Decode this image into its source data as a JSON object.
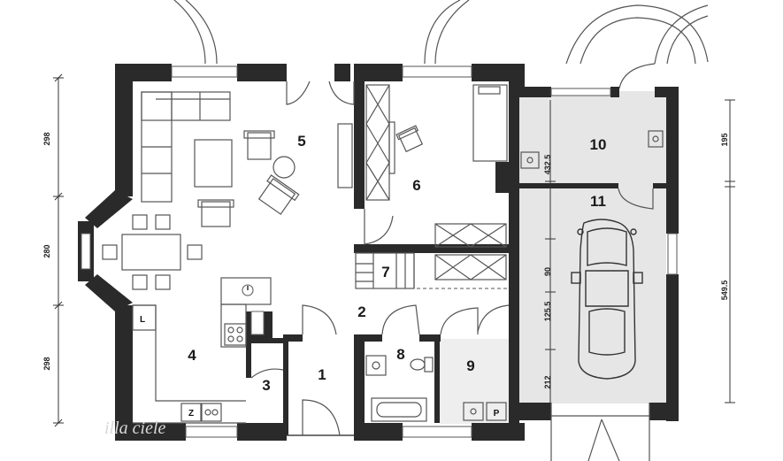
{
  "rooms": [
    {
      "id": "r1",
      "label": "1"
    },
    {
      "id": "r2",
      "label": "2"
    },
    {
      "id": "r3",
      "label": "3"
    },
    {
      "id": "r4",
      "label": "4"
    },
    {
      "id": "r5",
      "label": "5"
    },
    {
      "id": "r6",
      "label": "6"
    },
    {
      "id": "r7",
      "label": "7"
    },
    {
      "id": "r8",
      "label": "8"
    },
    {
      "id": "r9",
      "label": "9"
    },
    {
      "id": "r10",
      "label": "10"
    },
    {
      "id": "r11",
      "label": "11"
    }
  ],
  "dimensions": {
    "left_top": "298",
    "left_middle": "280",
    "left_bottom": "298",
    "garage_432_5": "432.5",
    "garage_90": "90",
    "garage_125_5": "125.5",
    "garage_212": "212",
    "right_top": "195",
    "right_bottom": "549.5"
  },
  "fixtures": {
    "pantry_mark": "L",
    "kitchen_mark": "Z",
    "laundry_mark": "P"
  },
  "watermark": "illa ciele"
}
